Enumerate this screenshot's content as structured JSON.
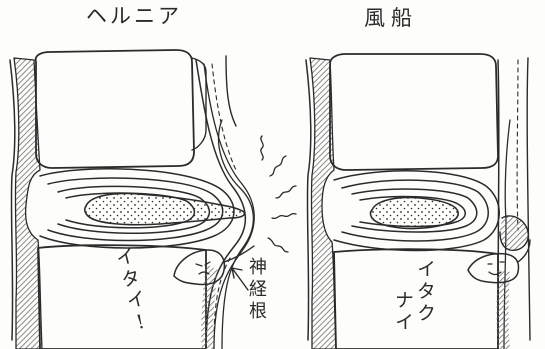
{
  "diagram": {
    "left_panel": {
      "title": "ヘルニア",
      "pain_label": "イタイ!",
      "nerve_label": "神経根"
    },
    "right_panel": {
      "title": "風船",
      "pain_label_line1": "イタク",
      "pain_label_line2": "ナイ"
    }
  },
  "colors": {
    "ink": "#2b2b2b",
    "shade": "#7a7a7a",
    "paper": "#fdfdfb"
  }
}
